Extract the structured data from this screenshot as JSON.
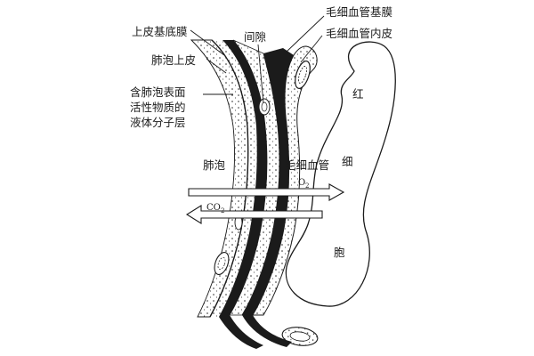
{
  "labels": {
    "epithelial_basement_membrane": "上皮基底膜",
    "alveolar_epithelium": "肺泡上皮",
    "surfactant_line1": "含肺泡表面",
    "surfactant_line2": "活性物质的",
    "surfactant_line3": "液体分子层",
    "interstitium": "间隙",
    "capillary_basement_membrane": "毛细血管基膜",
    "capillary_endothelium": "毛细血管内皮",
    "alveolus": "肺泡",
    "capillary": "毛细血管",
    "rbc_1": "红",
    "rbc_2": "细",
    "rbc_3": "胞",
    "o2_main": "O",
    "o2_sub": "2",
    "co2_main": "CO",
    "co2_sub": "2"
  },
  "colors": {
    "ink": "#1b1b1b",
    "background": "#ffffff"
  }
}
